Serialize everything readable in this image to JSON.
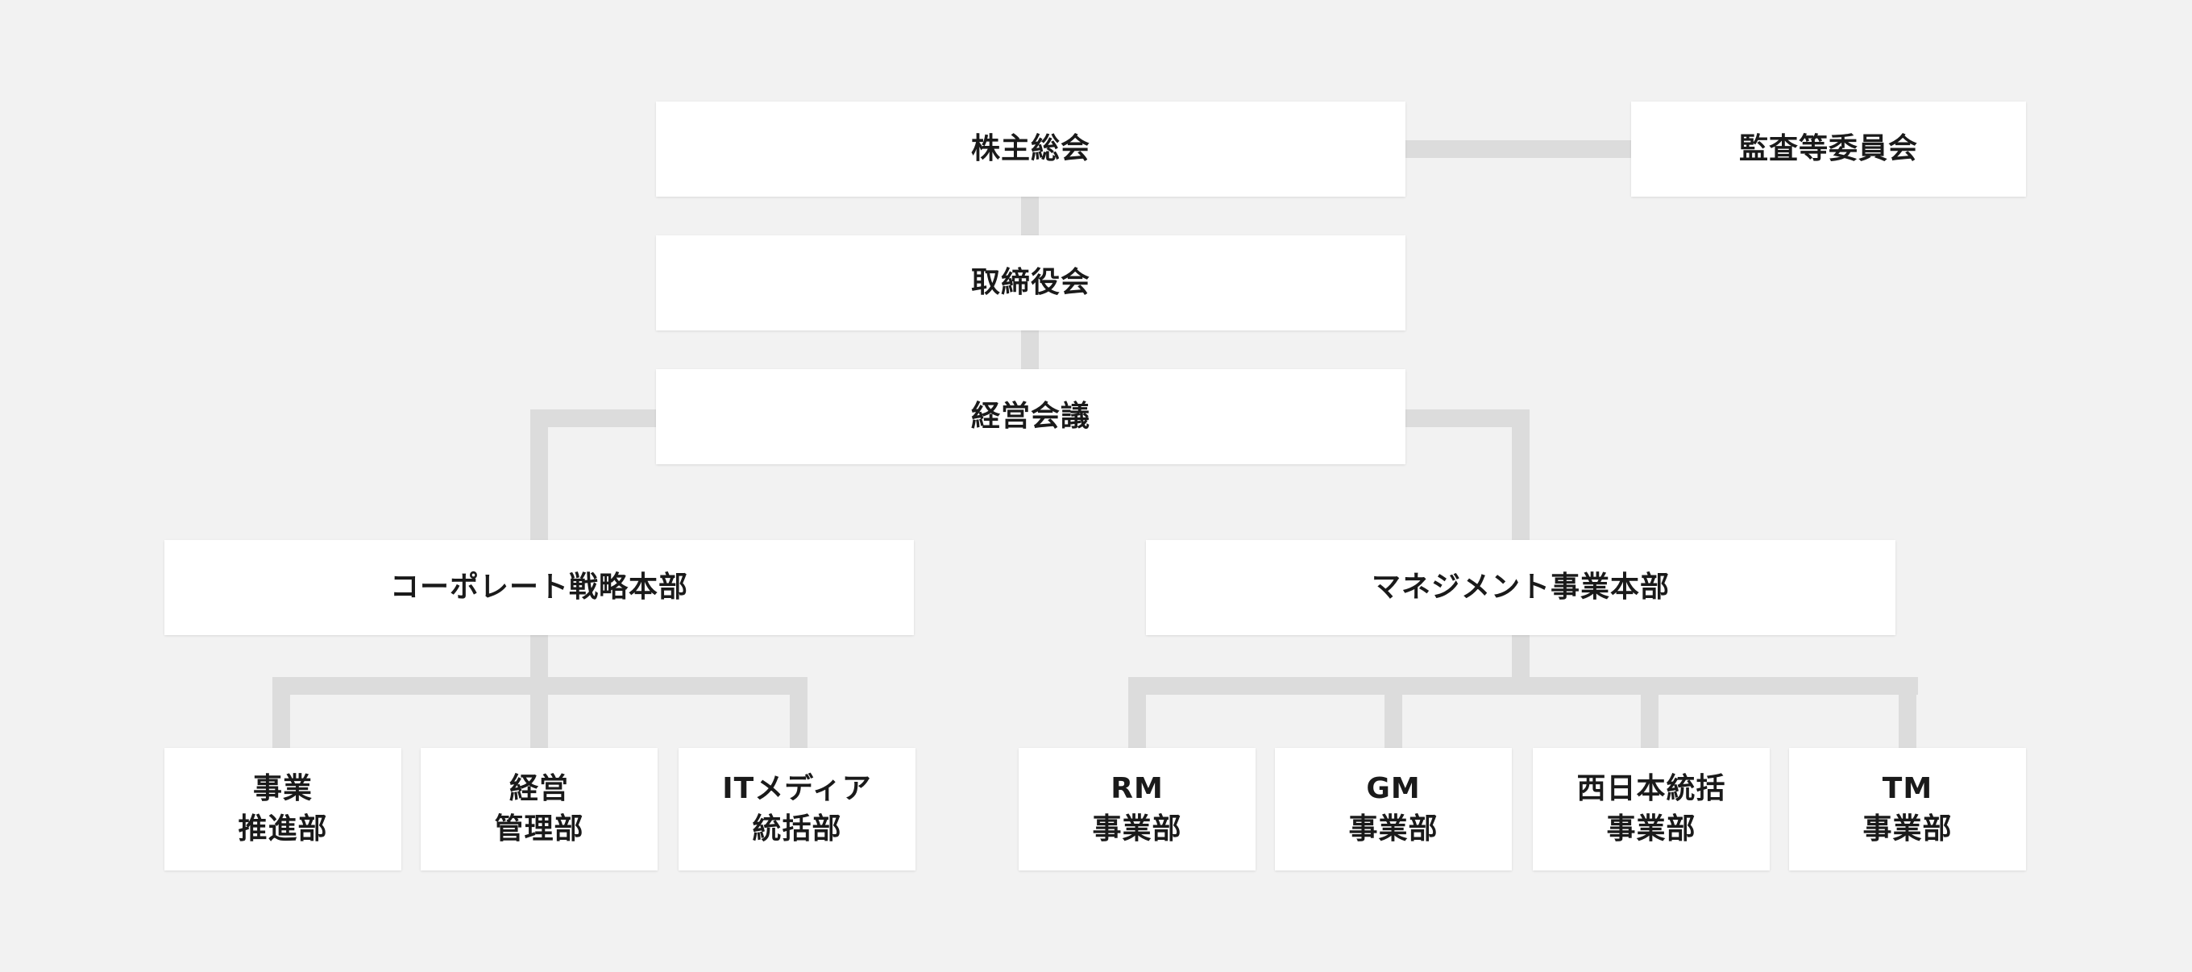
{
  "org_chart": {
    "shareholders_meeting": "株主総会",
    "audit_committee": "監査等委員会",
    "board_of_directors": "取締役会",
    "management_meeting": "経営会議",
    "corporate_strategy_hq": {
      "label": "コーポレート戦略本部",
      "departments": [
        {
          "line1": "事業",
          "line2": "推進部"
        },
        {
          "line1": "経営",
          "line2": "管理部"
        },
        {
          "line1": "ITメディア",
          "line2": "統括部"
        }
      ]
    },
    "management_business_hq": {
      "label": "マネジメント事業本部",
      "departments": [
        {
          "line1": "RM",
          "line2": "事業部"
        },
        {
          "line1": "GM",
          "line2": "事業部"
        },
        {
          "line1": "西日本統括",
          "line2": "事業部"
        },
        {
          "line1": "TM",
          "line2": "事業部"
        }
      ]
    }
  },
  "colors": {
    "background": "#f2f2f2",
    "box": "#ffffff",
    "connector": "#dcdcdc",
    "text": "#1a1a1a"
  }
}
